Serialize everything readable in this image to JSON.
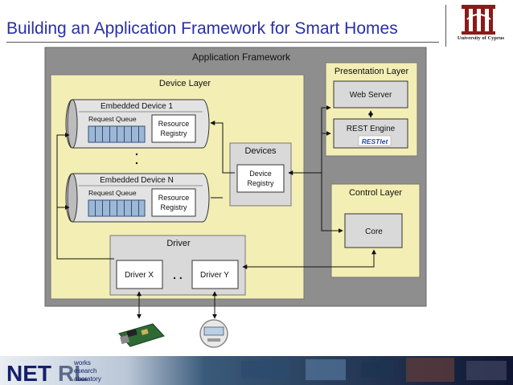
{
  "slide": {
    "title": "Building an Application Framework for Smart Homes",
    "university": "University of Cyprus"
  },
  "diagram": {
    "framework_label": "Application Framework",
    "device_layer": {
      "label": "Device Layer",
      "device1": {
        "label": "Embedded Device 1",
        "queue": "Request Queue",
        "registry_line1": "Resource",
        "registry_line2": "Registry"
      },
      "deviceN": {
        "label": "Embedded Device N",
        "queue": "Request Queue",
        "registry_line1": "Resource",
        "registry_line2": "Registry"
      },
      "devices_label": "Devices",
      "device_registry_line1": "Device",
      "device_registry_line2": "Registry",
      "driver_label": "Driver",
      "driver_x": "Driver X",
      "driver_y": "Driver Y",
      "driver_dots": ". ."
    },
    "presentation_layer": {
      "label": "Presentation Layer",
      "web_server": "Web Server",
      "rest_engine": "REST Engine",
      "restlet_logo": "RESTlet"
    },
    "control_layer": {
      "label": "Control Layer",
      "core": "Core"
    }
  },
  "footer": {
    "logo_main": "NET",
    "logo_rl": "RL",
    "logo_line1": "works",
    "logo_line2": "esearch",
    "logo_line3": "aboratory"
  },
  "colors": {
    "title": "#2a2fa8",
    "framework_bg": "#8e8e8e",
    "layer_bg": "#f3eeb4",
    "component_bg": "#d9d9d9",
    "queue_cell": "#9db8d6",
    "footer_bg": "#0f1530"
  }
}
